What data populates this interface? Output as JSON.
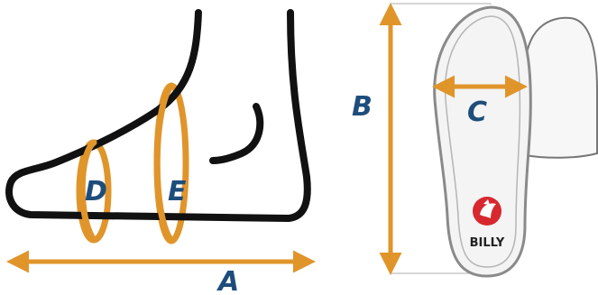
{
  "colors": {
    "measure": "#E0952B",
    "label": "#1E4D7B",
    "outline": "#111111",
    "brand_red": "#D7282F",
    "insole_fill": "#F4F4F4",
    "insole_edge": "#8A8A8A"
  },
  "labels": {
    "length": "A",
    "insole_length": "B",
    "insole_width": "C",
    "circ_d": "D",
    "circ_e": "E"
  },
  "brand": {
    "text": "BILLY",
    "icon": "billy-bird-logo-icon"
  }
}
